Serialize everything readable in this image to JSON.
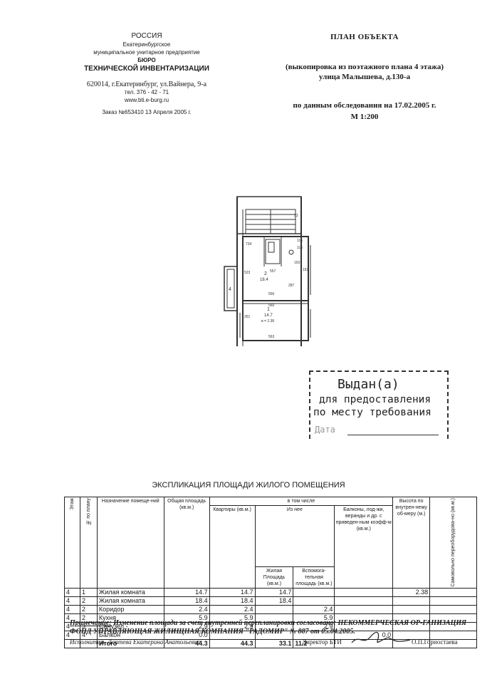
{
  "header_left": {
    "country": "РОССИЯ",
    "city": "Екатеринбургское",
    "org_type": "муниципальное унитарное предприятие",
    "org_name_1": "БЮРО",
    "org_name_2": "ТЕХНИЧЕСКОЙ ИНВЕНТАРИЗАЦИИ",
    "address": "620014, г.Екатеринбург, ул.Вайнера, 9-а",
    "phone": "тел. 376 - 42 - 71",
    "website": "www.bti.e-burg.ru",
    "order": "Заказ №653410  13 Апреля 2005 г."
  },
  "header_right": {
    "title": "ПЛАН ОБЪЕКТА",
    "subtitle": "(выкопировка из поэтажного плана 4 этажа)",
    "street": "улица Малышева, д.130-а",
    "survey": "по данным обследования на 17.02.2005 г.",
    "scale": "М 1:200"
  },
  "plan": {
    "dims": [
      "33",
      "734",
      "116",
      "116",
      "163",
      "557",
      "163",
      "523",
      "287",
      "556",
      "560",
      "261",
      "563"
    ],
    "rooms": [
      {
        "number": "2",
        "area": "18.4"
      },
      {
        "number": "1",
        "area": "14.7",
        "height": "в = 2.38"
      }
    ],
    "balcony": "4"
  },
  "stamp": {
    "line1": "Выдан(а)",
    "line2": "для предоставления",
    "line3": "по месту требования",
    "line4": "Дата"
  },
  "explication": {
    "title": "ЭКСПЛИКАЦИЯ ПЛОЩАДИ ЖИЛОГО ПОМЕЩЕНИЯ",
    "headers": {
      "floor": "Этаж",
      "plan_no": "№ по плану",
      "purpose": "Назначение помеще-ний",
      "total": "Общая площадь (кв.м.)",
      "including": "в том числе",
      "apartments": "Квартиры (кв.м.)",
      "of_them": "Из нее",
      "living": "Жилая Площадь (кв.м.)",
      "auxiliary": "Вспомога-тельная площадь (кв.м.)",
      "balconies": "Балконы, лод-жи, веранды и др. с приведен-ным коэфф-м (кв.м.)",
      "height": "Высота по внутрен-нему об-меру (м.)",
      "self_rebuilt": "Самовольно переоборудова-но (кв.м.)"
    },
    "rows": [
      {
        "floor": "4",
        "no": "1",
        "name": "Жилая комната",
        "total": "14.7",
        "apt": "14.7",
        "living": "14.7",
        "aux": "",
        "balc": "",
        "height": "2.38"
      },
      {
        "floor": "4",
        "no": "2",
        "name": "Жилая комната",
        "total": "18.4",
        "apt": "18.4",
        "living": "18.4",
        "aux": "",
        "balc": "",
        "height": ""
      },
      {
        "floor": "4",
        "no": "2",
        "name": "Коридор",
        "total": "2.4",
        "apt": "2.4",
        "living": "",
        "aux": "2.4",
        "balc": "",
        "height": ""
      },
      {
        "floor": "4",
        "no": "2",
        "name": "Кухня",
        "total": "5.9",
        "apt": "5.9",
        "living": "",
        "aux": "5.9",
        "balc": "",
        "height": ""
      },
      {
        "floor": "4",
        "no": "3",
        "name": "Санузел -",
        "total": "2.9",
        "apt": "2.9",
        "living": "",
        "aux": "2.9",
        "balc": "",
        "height": ""
      },
      {
        "floor": "4",
        "no": "4",
        "name": "Балкон",
        "total": "0.0",
        "apt": "",
        "living": "",
        "aux": "",
        "balc": "0.0",
        "height": ""
      }
    ],
    "total": {
      "name": "Итого",
      "total": "44.3",
      "apt": "44.3",
      "living": "33.1",
      "aux": "11.2"
    }
  },
  "footer": {
    "note_label": "Примечание:",
    "note_text": " Изменение площади за счет внутренней перепланировки согласовано: НЕКОММЕРЧЕСКАЯ ОР-ГАНИЗАЦИЯ ФОНД УПРАВЛЯЮЩАЯ ЖИЛИЩНАЯ КОМПАНИЯ \"РАДОМИР\" № 887 от 05.04.2005.",
    "executor": "Исполнитель Лаптева Екатерина Анатольевна",
    "director": "Директор БТИ",
    "director_name": "О.П.Горностаева"
  }
}
